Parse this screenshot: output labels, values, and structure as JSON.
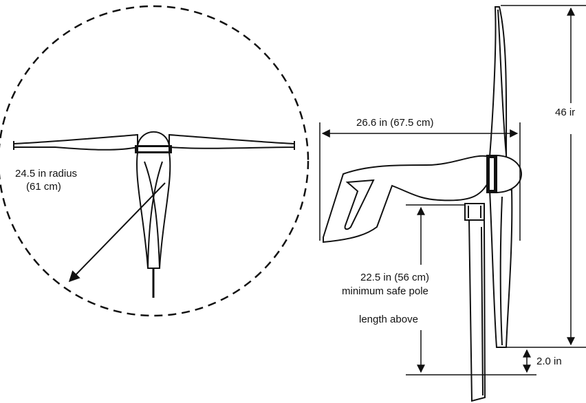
{
  "front_view": {
    "radius_label_line1": "24.5 in radius",
    "radius_label_line2": "(61 cm)"
  },
  "side_view": {
    "length_label": "26.6 in (67.5 cm)",
    "height_label": "46 ir",
    "pole_label_line1": "22.5 in (56 cm)",
    "pole_label_line2": "minimum safe pole",
    "pole_label_line3": "length above",
    "clearance_label": "2.0 in"
  },
  "colors": {
    "line": "#111111",
    "fill": "#ffffff"
  }
}
